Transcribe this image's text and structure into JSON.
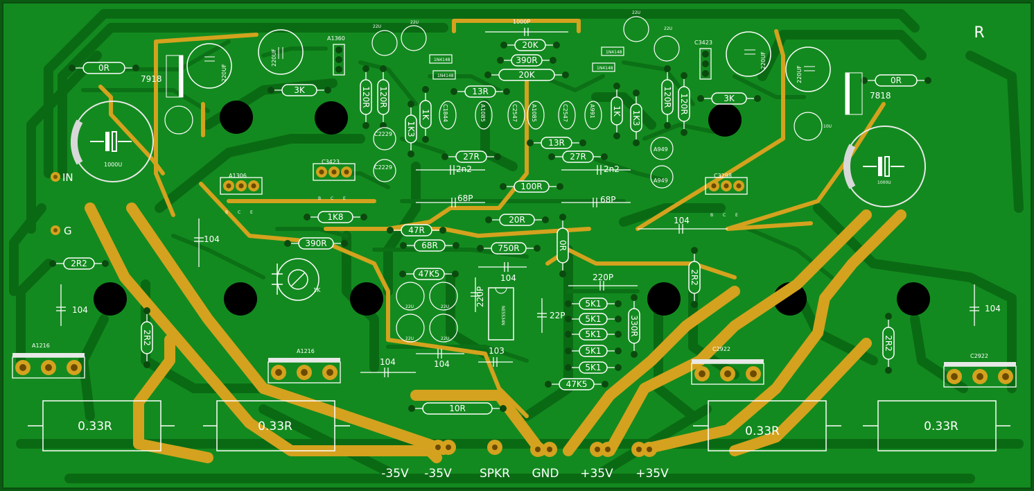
{
  "board": {
    "channel": "R",
    "inputs": [
      "IN",
      "G"
    ],
    "connectors": [
      "-35V",
      "-35V",
      "SPKR",
      "GND",
      "+35V",
      "+35V"
    ],
    "regulators": [
      "7918",
      "7818"
    ],
    "transistors": [
      "A1360",
      "C3423",
      "A1306",
      "C3423",
      "C3298",
      "A1216",
      "A1216",
      "C2922",
      "C2922",
      "C2229",
      "C2229",
      "C1844",
      "A1085",
      "C2547",
      "A1085",
      "C2547",
      "A991",
      "A949",
      "A949"
    ],
    "transistor_pins": [
      "B",
      "C",
      "E"
    ],
    "resistors": [
      "0R",
      "0R",
      "0R",
      "3K",
      "3K",
      "120R",
      "120R",
      "120R",
      "120R",
      "20K",
      "390R",
      "20K",
      "13R",
      "13R",
      "1K",
      "1K",
      "1K3",
      "1K3",
      "27R",
      "27R",
      "100R",
      "20R",
      "1K8",
      "47R",
      "68R",
      "390R",
      "750R",
      "47K5",
      "47K5",
      "2R2",
      "2R2",
      "2R2",
      "2R2",
      "5K1",
      "5K1",
      "5K1",
      "5K1",
      "5K1",
      "330R",
      "10R"
    ],
    "capacitors": [
      "1000P",
      "2n2",
      "2n2",
      "68P",
      "68P",
      "104",
      "104",
      "104",
      "104",
      "104",
      "104",
      "104",
      "103",
      "220P",
      "220P",
      "22P",
      "22U",
      "22U",
      "22U",
      "22U",
      "22U",
      "22U",
      "22U",
      "22U",
      "10U",
      "1K",
      "220UF",
      "220UF",
      "220UF",
      "220UF",
      "1000U",
      "1000U"
    ],
    "power_resistors": [
      "0.33R",
      "0.33R",
      "0.33R",
      "0.33R"
    ],
    "ic": "NE5534N",
    "diode": "1N4148"
  }
}
